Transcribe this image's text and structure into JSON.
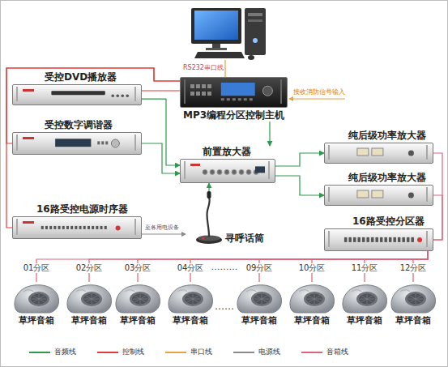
{
  "diagram": {
    "nodes": [
      {
        "text": [
          "受控DVD播放器"
        ]
      },
      {
        "text": [
          "MP3编程分区控制主机"
        ]
      },
      {
        "text": [
          "受控数字调谐器"
        ]
      },
      {
        "text": [
          "前置放大器"
        ]
      },
      {
        "text": [
          "纯后级功率放大器"
        ]
      },
      {
        "text": [
          "纯后级功率放大器"
        ]
      },
      {
        "text": [
          "16路受控电源时序器"
        ]
      },
      {
        "text": [
          "寻呼话筒"
        ]
      },
      {
        "text": [
          "16路受控分区器"
        ]
      },
      {
        "text": [
          "草坪音箱"
        ]
      },
      {
        "text": [
          "草坪音箱"
        ]
      },
      {
        "text": [
          "草坪音箱"
        ]
      },
      {
        "text": [
          "草坪音箱"
        ]
      },
      {
        "text": [
          "草坪音箱"
        ]
      },
      {
        "text": [
          "草坪音箱"
        ]
      },
      {
        "text": [
          "草坪音箱"
        ]
      },
      {
        "text": [
          "草坪音箱"
        ]
      }
    ],
    "edges": [
      {
        "from": 1,
        "to": 0,
        "arrow": "none"
      },
      {
        "from": 0,
        "to": 3,
        "arrow": "to"
      },
      {
        "from": 2,
        "to": 3,
        "arrow": "to"
      },
      {
        "from": 1,
        "to": 3,
        "arrow": "to"
      },
      {
        "from": 1,
        "to": 2,
        "arrow": "none"
      },
      {
        "from": 1,
        "to": 6,
        "arrow": "none"
      },
      {
        "from": 7,
        "to": 3,
        "arrow": "to"
      },
      {
        "from": 3,
        "to": 4,
        "arrow": "to"
      },
      {
        "from": 3,
        "to": 5,
        "arrow": "to"
      },
      {
        "from": 4,
        "to": 8,
        "arrow": "none"
      },
      {
        "from": 5,
        "to": 8,
        "arrow": "none"
      },
      {
        "from": 8,
        "to": 9,
        "arrow": "none",
        "label": "01分区"
      },
      {
        "from": 8,
        "to": 10,
        "arrow": "none",
        "label": "02分区"
      },
      {
        "from": 8,
        "to": 11,
        "arrow": "none",
        "label": "03分区"
      },
      {
        "from": 8,
        "to": 12,
        "arrow": "none",
        "label": "04分区"
      },
      {
        "from": 8,
        "to": 13,
        "arrow": "none",
        "label": "09分区"
      },
      {
        "from": 8,
        "to": 14,
        "arrow": "none",
        "label": "10分区"
      },
      {
        "from": 8,
        "to": 15,
        "arrow": "none",
        "label": "11分区"
      },
      {
        "from": 8,
        "to": 16,
        "arrow": "none",
        "label": "12分区"
      }
    ],
    "labels": [
      "RS232串口线",
      "接收消防信号输入",
      "至各用电设备",
      "………",
      "……"
    ],
    "legend": [
      {
        "text": "音频线"
      },
      {
        "text": "控制线"
      },
      {
        "text": "串口线"
      },
      {
        "text": "电源线"
      },
      {
        "text": "音箱线"
      }
    ]
  }
}
